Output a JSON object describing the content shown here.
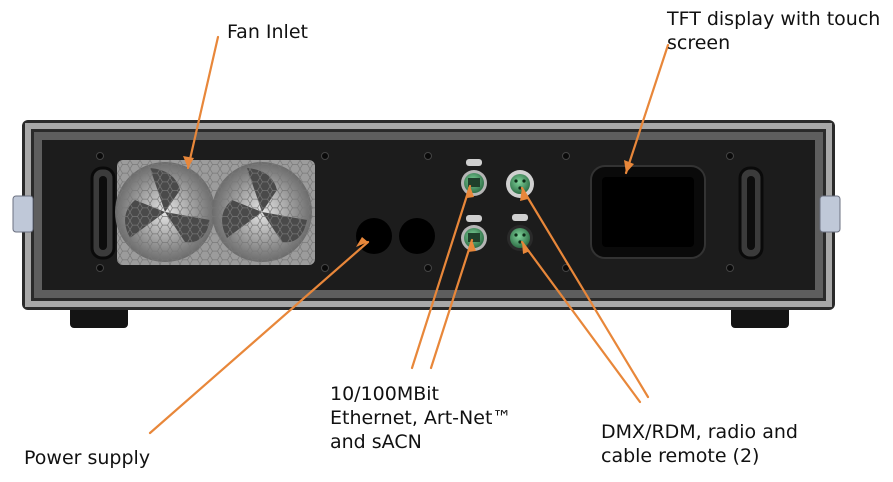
{
  "labels": {
    "fan_inlet": "Fan Inlet",
    "tft_line1": "TFT display with touch",
    "tft_line2": "screen",
    "ethernet_line1": "10/100MBit",
    "ethernet_line2": "Ethernet, Art-Net™",
    "ethernet_line3": "and sACN",
    "dmx_line1": "DMX/RDM, radio and",
    "dmx_line2": "cable remote (2)",
    "power_supply": "Power supply"
  },
  "colors": {
    "callout_line": "#e8873a",
    "chassis": "#1f1f1f",
    "frame": "#9a9a9a",
    "rail": "#5a5a5a",
    "connector": "#4fa870"
  }
}
